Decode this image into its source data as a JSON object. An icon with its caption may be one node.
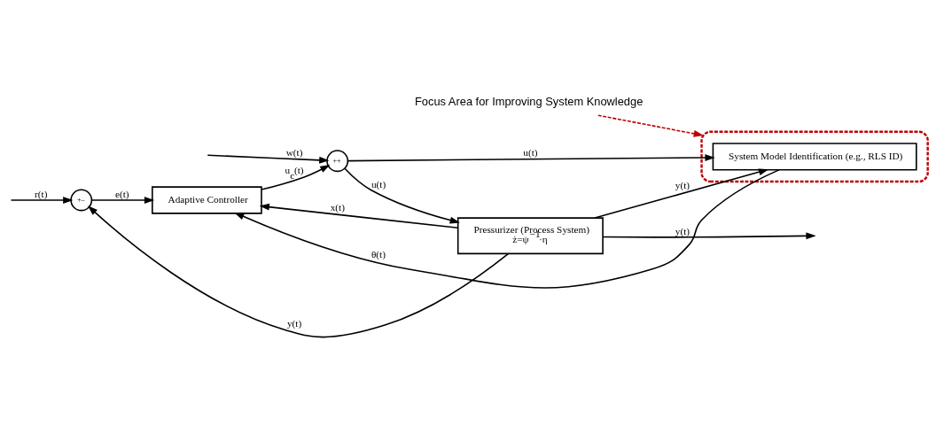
{
  "diagram": {
    "nodes": [
      {
        "text": [
          "+",
          "–"
        ]
      },
      {
        "text": [
          "Adaptive Controller"
        ]
      },
      {
        "text": [
          "+",
          "+"
        ]
      },
      {
        "text": [
          "Pressurizer (Process System)",
          "ż=ψ$^{−1}$·η"
        ]
      },
      {
        "text": [],
        "shape": "ellipse"
      },
      {
        "text": [
          "System Model Identification (e.g., RLS ID)"
        ],
        "in": 4
      },
      {
        "text": [
          "Focus Area for Improving System Knowledge"
        ]
      }
    ],
    "edges": [
      {
        "from": null,
        "to": 0,
        "arrow": "to",
        "label": "r(t)"
      },
      {
        "from": 0,
        "to": 1,
        "arrow": "to",
        "label": "e(t)"
      },
      {
        "from": 1,
        "to": 2,
        "arrow": "to",
        "label": "u$_{c}$(t)"
      },
      {
        "from": null,
        "to": 2,
        "arrow": "to",
        "label": "w(t)"
      },
      {
        "from": 2,
        "to": 3,
        "arrow": "to",
        "label": "u(t)"
      },
      {
        "from": 2,
        "to": 5,
        "arrow": "to",
        "label": "u(t)"
      },
      {
        "from": 3,
        "to": null,
        "arrow": "to",
        "label": "y(t)"
      },
      {
        "from": 3,
        "to": 5,
        "arrow": "to",
        "label": "y(t)"
      },
      {
        "from": 3,
        "to": 0,
        "arrow": "to",
        "label": "y(t)"
      },
      {
        "from": 3,
        "to": 1,
        "arrow": "to",
        "label": "x(t)"
      },
      {
        "from": 5,
        "to": 1,
        "arrow": "to",
        "label": "θ(t)"
      },
      {
        "from": 6,
        "to": 4,
        "arrow": "to",
        "style": "dashed",
        "color": "#c00000"
      }
    ]
  }
}
